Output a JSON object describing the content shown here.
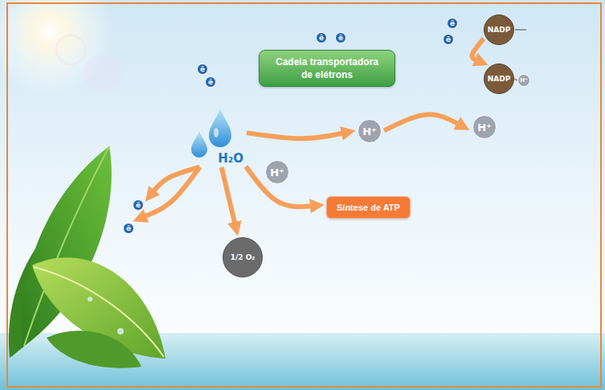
{
  "diagram": {
    "nodes": [
      {
        "text": [
          "ē"
        ]
      },
      {
        "text": [
          "ē"
        ]
      },
      {
        "text": [
          "ē"
        ]
      },
      {
        "text": [
          "NADP"
        ]
      },
      {
        "text": [
          "ē"
        ]
      },
      {
        "text": [
          "Cadeia transportadora de elétrons"
        ]
      },
      {
        "text": [
          "ē"
        ]
      },
      {
        "text": [
          "ē"
        ]
      },
      {
        "text": [
          "NADP"
        ]
      },
      {
        "text": [
          "H⁺"
        ]
      },
      {
        "text": [
          "H₂O"
        ]
      },
      {
        "text": [
          "H⁺"
        ]
      },
      {
        "text": [
          "H⁺"
        ]
      },
      {
        "text": [
          "H⁺"
        ]
      },
      {
        "text": [
          "Síntese de ATP"
        ]
      },
      {
        "text": [
          "ē"
        ]
      },
      {
        "text": [
          "ē"
        ]
      },
      {
        "text": [
          "1/2 O₂"
        ]
      }
    ],
    "edges": [
      {
        "from": 3,
        "to": 8,
        "arrow": "to"
      },
      {
        "from": 10,
        "to": 15,
        "arrow": "to"
      },
      {
        "from": 10,
        "to": 16,
        "arrow": "to"
      },
      {
        "from": 10,
        "to": 17,
        "arrow": "to"
      },
      {
        "from": 10,
        "to": 14,
        "arrow": "to"
      },
      {
        "from": 10,
        "to": 11,
        "arrow": "to"
      },
      {
        "from": 11,
        "to": 12,
        "arrow": "to"
      },
      {
        "from": 8,
        "to": 9,
        "arrow": "none"
      }
    ]
  }
}
